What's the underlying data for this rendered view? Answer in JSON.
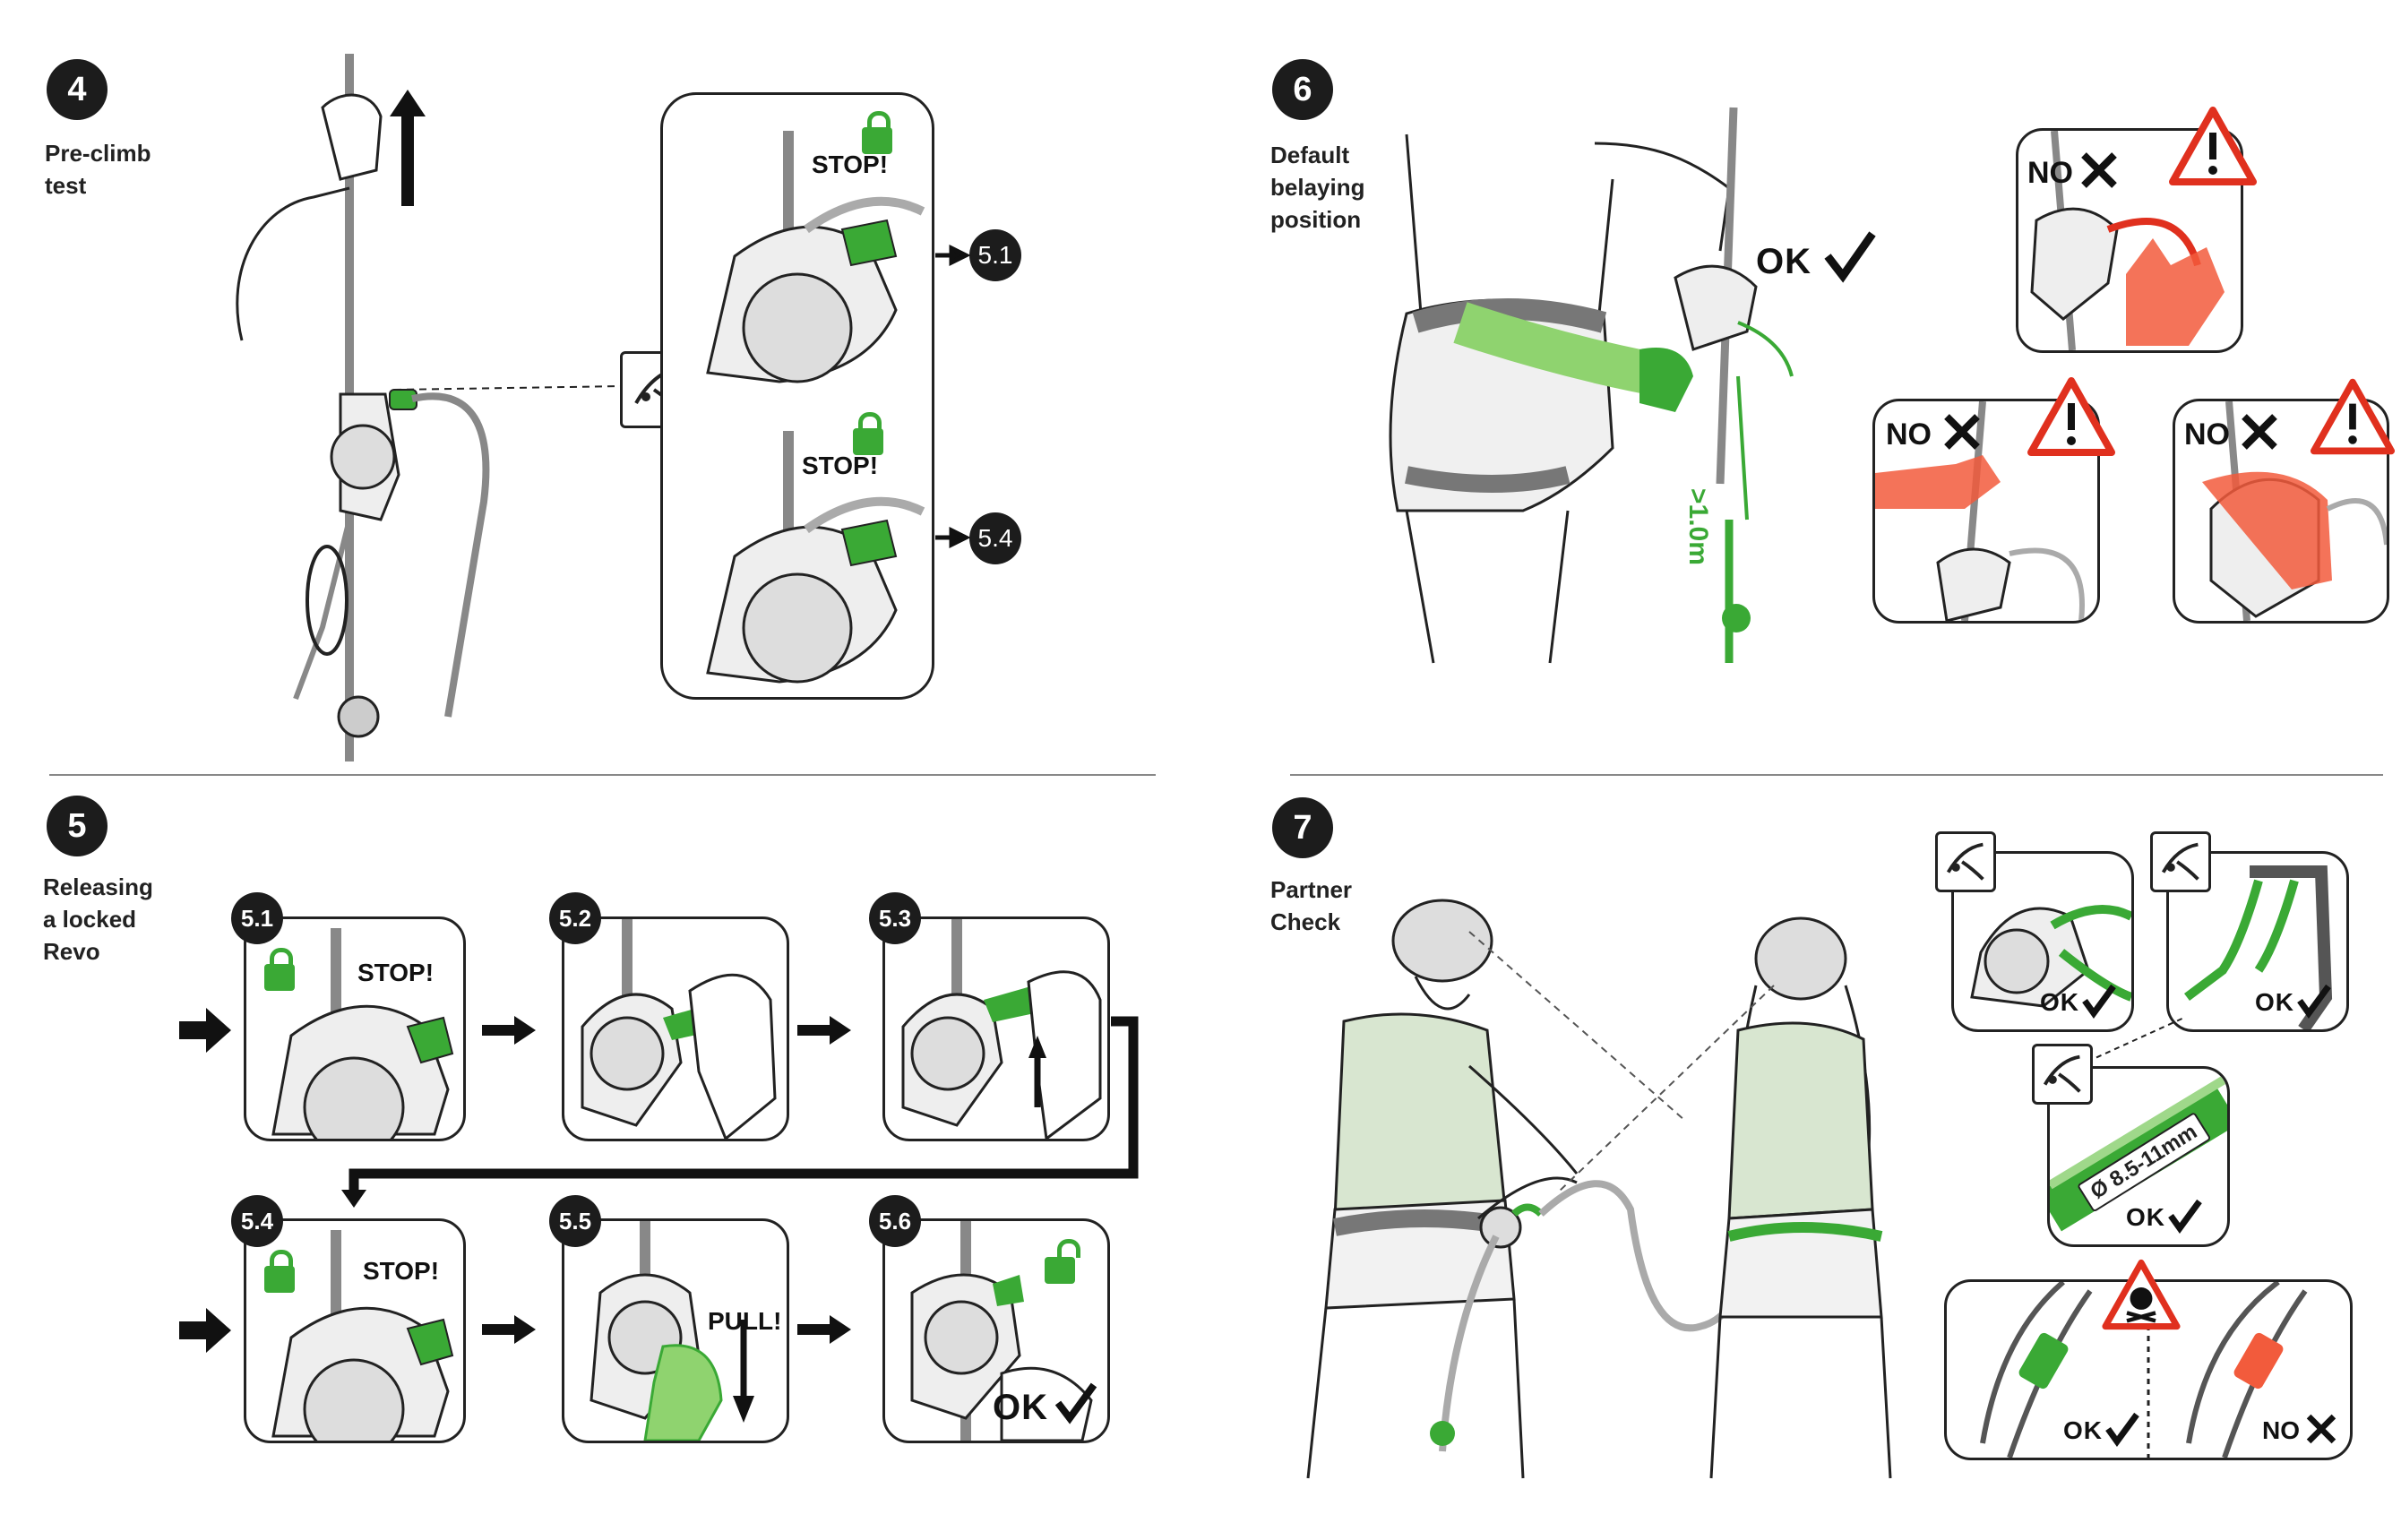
{
  "step4": {
    "number": "4",
    "title": "Pre-climb\ntest",
    "stop1": "STOP!",
    "stop2": "STOP!",
    "ref1": "5.1",
    "ref2": "5.4"
  },
  "step5": {
    "number": "5",
    "title": "Releasing\na locked\nRevo",
    "panels": [
      {
        "label": "5.1",
        "text": "STOP!"
      },
      {
        "label": "5.2",
        "text": ""
      },
      {
        "label": "5.3",
        "text": ""
      },
      {
        "label": "5.4",
        "text": "STOP!"
      },
      {
        "label": "5.5",
        "text": "PULL!"
      },
      {
        "label": "5.6",
        "text": "OK"
      }
    ]
  },
  "step6": {
    "number": "6",
    "title": "Default\nbelaying\nposition",
    "ok": "OK",
    "distance": ">1.0m",
    "no1": "NO",
    "no2": "NO",
    "no3": "NO"
  },
  "step7": {
    "number": "7",
    "title": "Partner\nCheck",
    "ok1": "OK",
    "ok2": "OK",
    "ok3": "OK",
    "ok4": "OK",
    "no": "NO",
    "rope_size": "Ø 8.5-11mm"
  },
  "colors": {
    "accent": "#3aa935",
    "warning": "#e0301e",
    "ink": "#1c1c1c"
  },
  "icons": [
    "eye-check-icon",
    "padlock-icon",
    "warning-triangle-icon",
    "checkmark-icon",
    "cross-icon",
    "skull-icon",
    "arrow-right-icon"
  ]
}
